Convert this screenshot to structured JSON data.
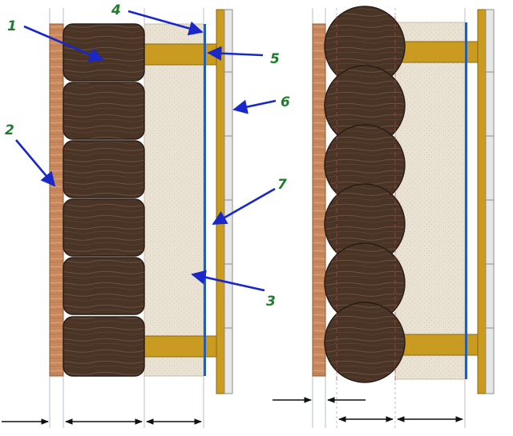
{
  "callouts": [
    "1",
    "2",
    "3",
    "4",
    "5",
    "6",
    "7"
  ],
  "colors": {
    "log_dark": "#4a3426",
    "log_stroke": "#2a1c14",
    "inner_board": "#c8885d",
    "insulation": "#e9e1d2",
    "batten": "#c99b20",
    "batten_stroke": "#8a6a10",
    "siding": "#e7e7e7",
    "membrane": "#2a5da8",
    "arrow": "#1a27c9",
    "label": "#1d7d2c",
    "guide": "#b8c2cc"
  }
}
